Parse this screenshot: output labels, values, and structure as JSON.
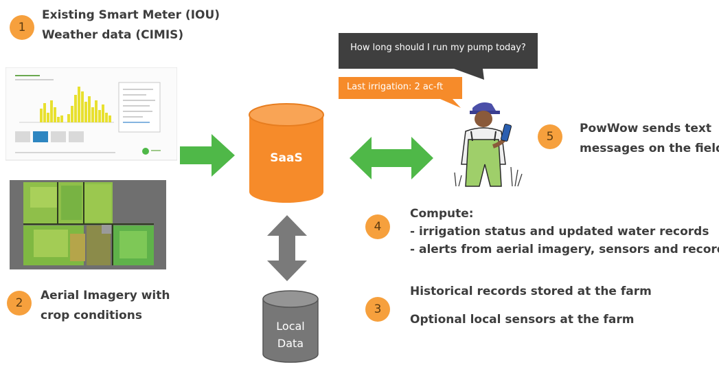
{
  "step1": {
    "number": "1",
    "line1": "Existing Smart Meter (IOU)",
    "line2": "Weather data (CIMIS)"
  },
  "step2": {
    "number": "2",
    "line1": "Aerial Imagery with",
    "line2": "crop conditions"
  },
  "step3": {
    "number": "3",
    "line1": "Historical records stored at the farm",
    "line2": "Optional local sensors at the farm"
  },
  "step4": {
    "number": "4",
    "heading": "Compute:",
    "item1": "- irrigation status and updated water records",
    "item2": "- alerts from aerial imagery, sensors and records"
  },
  "step5": {
    "number": "5",
    "line1": "PowWow sends text",
    "line2": "messages on the field"
  },
  "saas_label": "SaaS",
  "local_data": {
    "line1": "Local",
    "line2": "Data"
  },
  "bubble_question": "How long should I run my pump today?",
  "bubble_answer": "Last irrigation: 2 ac-ft",
  "colors": {
    "orange": "#f68b2a",
    "green": "#4fb848",
    "gray": "#7a7a7a",
    "dark_bubble": "#3f3f3f",
    "badge": "#f6a03d"
  }
}
